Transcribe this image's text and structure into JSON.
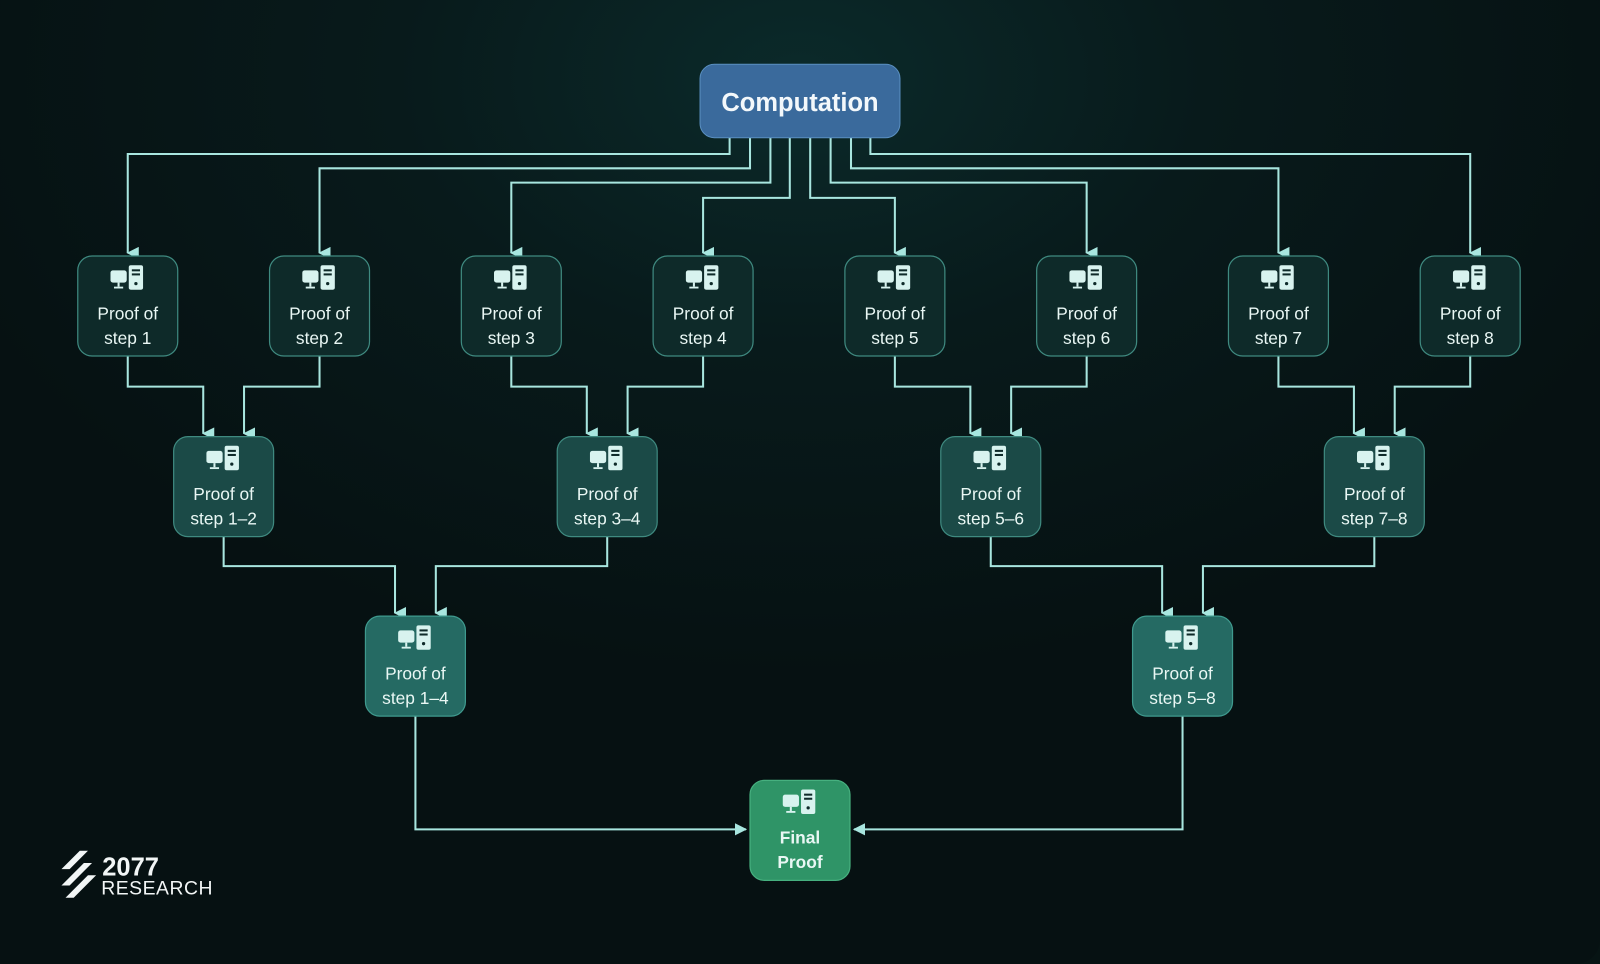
{
  "title_node": {
    "label": "Computation",
    "color": "#3a6a9c"
  },
  "level1": [
    {
      "line1": "Proof of",
      "line2": "step 1"
    },
    {
      "line1": "Proof of",
      "line2": "step 2"
    },
    {
      "line1": "Proof of",
      "line2": "step 3"
    },
    {
      "line1": "Proof of",
      "line2": "step 4"
    },
    {
      "line1": "Proof of",
      "line2": "step 5"
    },
    {
      "line1": "Proof of",
      "line2": "step 6"
    },
    {
      "line1": "Proof of",
      "line2": "step 7"
    },
    {
      "line1": "Proof of",
      "line2": "step 8"
    }
  ],
  "level2": [
    {
      "line1": "Proof of",
      "line2": "step 1–2"
    },
    {
      "line1": "Proof of",
      "line2": "step 3–4"
    },
    {
      "line1": "Proof of",
      "line2": "step 5–6"
    },
    {
      "line1": "Proof of",
      "line2": "step 7–8"
    }
  ],
  "level3": [
    {
      "line1": "Proof of",
      "line2": "step 1–4"
    },
    {
      "line1": "Proof of",
      "line2": "step 5–8"
    }
  ],
  "final_node": {
    "line1": "Final",
    "line2": "Proof"
  },
  "colors": {
    "level1_fill": "#0e2a29",
    "level2_fill": "#1b4a47",
    "level3_fill": "#256a63",
    "final_fill": "#2f9467",
    "connector": "#a8e6df",
    "node_border": "#3f8a80"
  },
  "logo": {
    "number": "2077",
    "word": "RESEARCH"
  },
  "icon": "computer-server-icon"
}
